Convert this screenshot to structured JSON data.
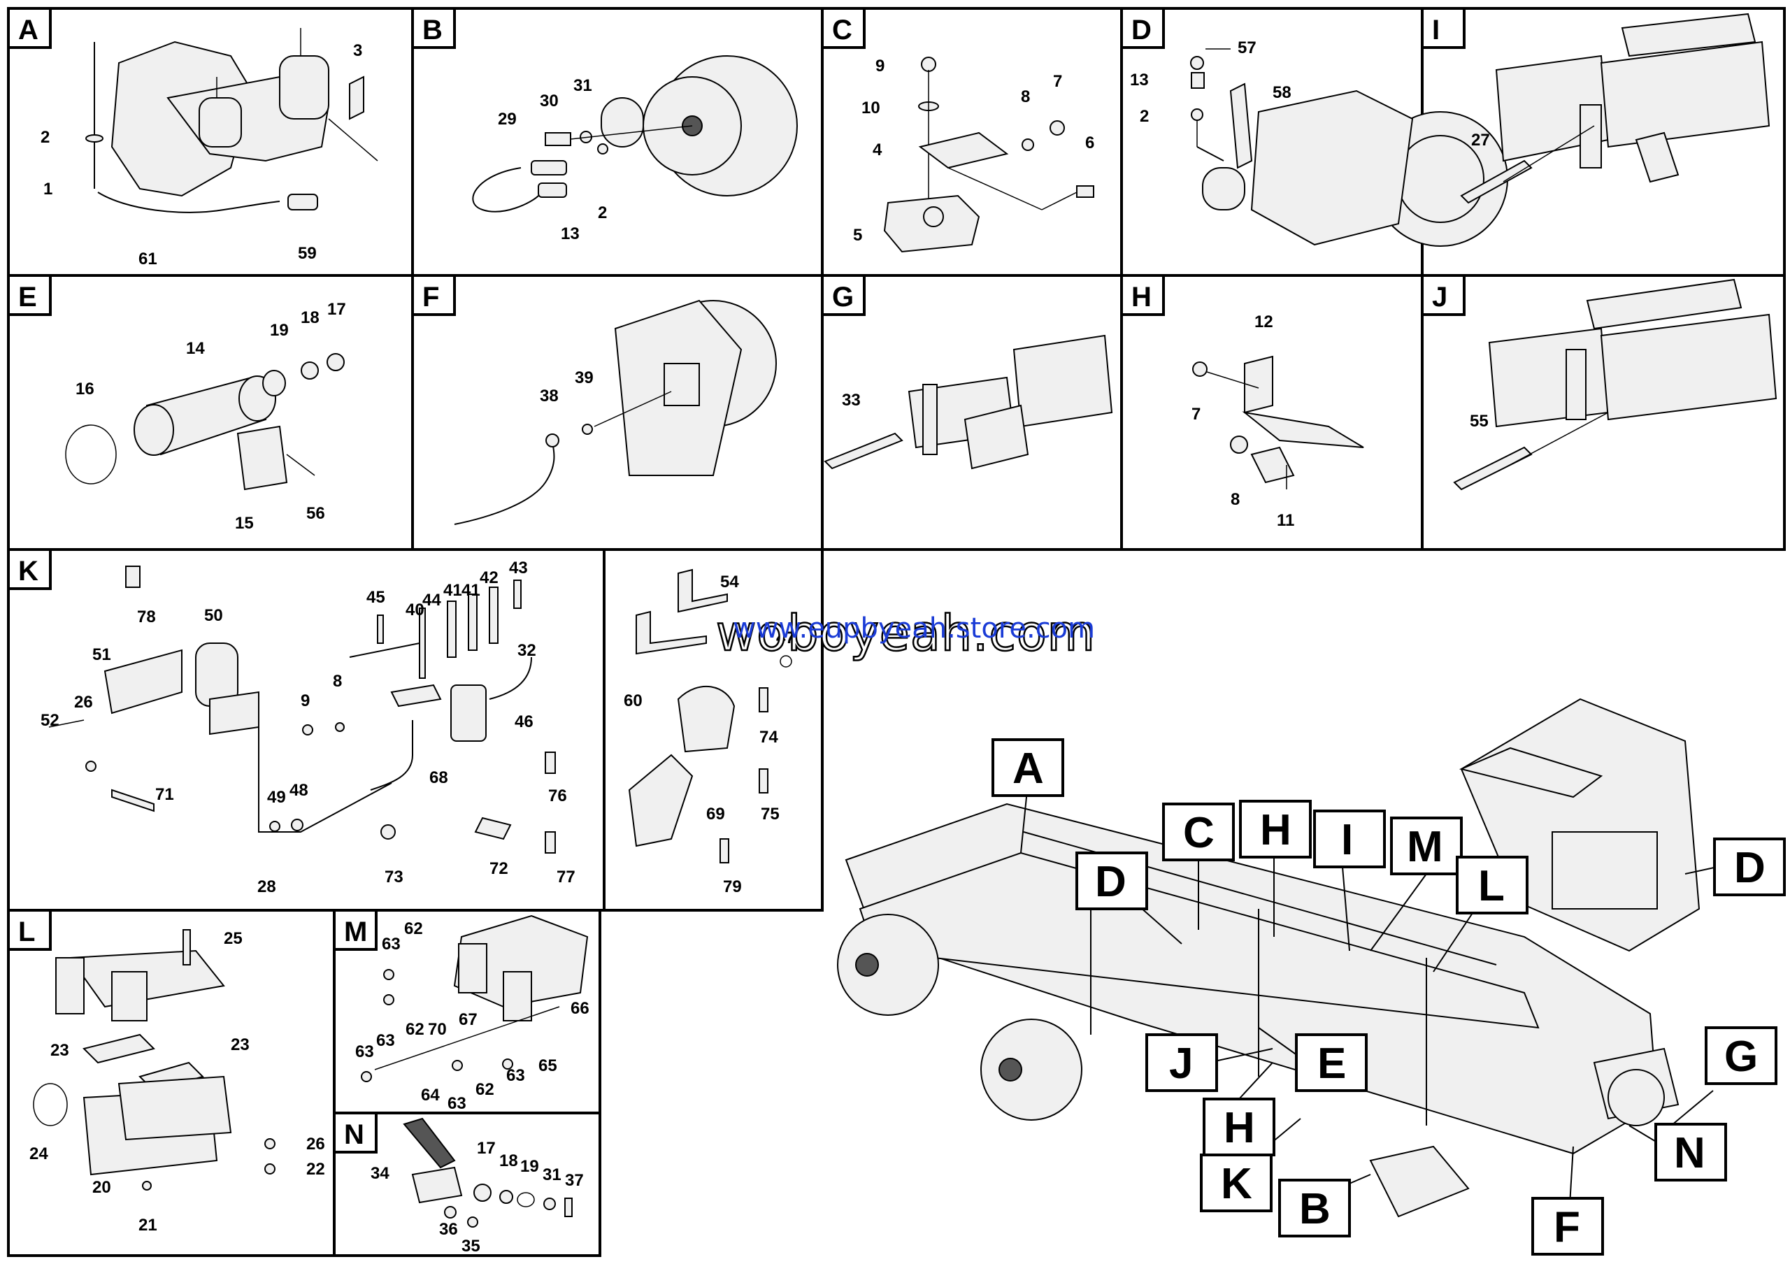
{
  "panels": [
    {
      "letter": "A",
      "labels": [
        "3",
        "2",
        "1",
        "61",
        "59"
      ]
    },
    {
      "letter": "B",
      "labels": [
        "29",
        "30",
        "31",
        "13",
        "2"
      ]
    },
    {
      "letter": "C",
      "labels": [
        "9",
        "10",
        "4",
        "8",
        "7",
        "6",
        "5"
      ]
    },
    {
      "letter": "D",
      "labels": [
        "57",
        "13",
        "58",
        "2"
      ]
    },
    {
      "letter": "I",
      "labels": [
        "27"
      ]
    },
    {
      "letter": "E",
      "labels": [
        "16",
        "14",
        "19",
        "18",
        "17",
        "15",
        "56"
      ]
    },
    {
      "letter": "F",
      "labels": [
        "38",
        "39"
      ]
    },
    {
      "letter": "G",
      "labels": [
        "33"
      ]
    },
    {
      "letter": "H",
      "labels": [
        "12",
        "7",
        "8",
        "11"
      ]
    },
    {
      "letter": "J",
      "labels": [
        "55"
      ]
    },
    {
      "letter": "K",
      "labels": [
        "78",
        "50",
        "51",
        "52",
        "26",
        "45",
        "40",
        "44",
        "41",
        "41",
        "42",
        "43",
        "32",
        "9",
        "8",
        "46",
        "68",
        "49",
        "48",
        "71",
        "76",
        "28",
        "73",
        "72",
        "77",
        "54",
        "47",
        "60",
        "74",
        "75",
        "69",
        "79"
      ]
    },
    {
      "letter": "L",
      "labels": [
        "25",
        "23",
        "23",
        "24",
        "20",
        "21",
        "26",
        "22"
      ]
    },
    {
      "letter": "M",
      "labels": [
        "63",
        "62",
        "63",
        "62",
        "70",
        "67",
        "66",
        "63",
        "64",
        "63",
        "62",
        "63",
        "65"
      ]
    },
    {
      "letter": "N",
      "labels": [
        "34",
        "17",
        "18",
        "19",
        "31",
        "37",
        "36",
        "35"
      ]
    }
  ],
  "key_letters": [
    "A",
    "D",
    "C",
    "H",
    "I",
    "M",
    "L",
    "D",
    "E",
    "J",
    "H",
    "K",
    "B",
    "F",
    "N",
    "G"
  ],
  "watermark": {
    "main": "woboyeah.com",
    "url": "www.eupbyeah.store.com"
  }
}
